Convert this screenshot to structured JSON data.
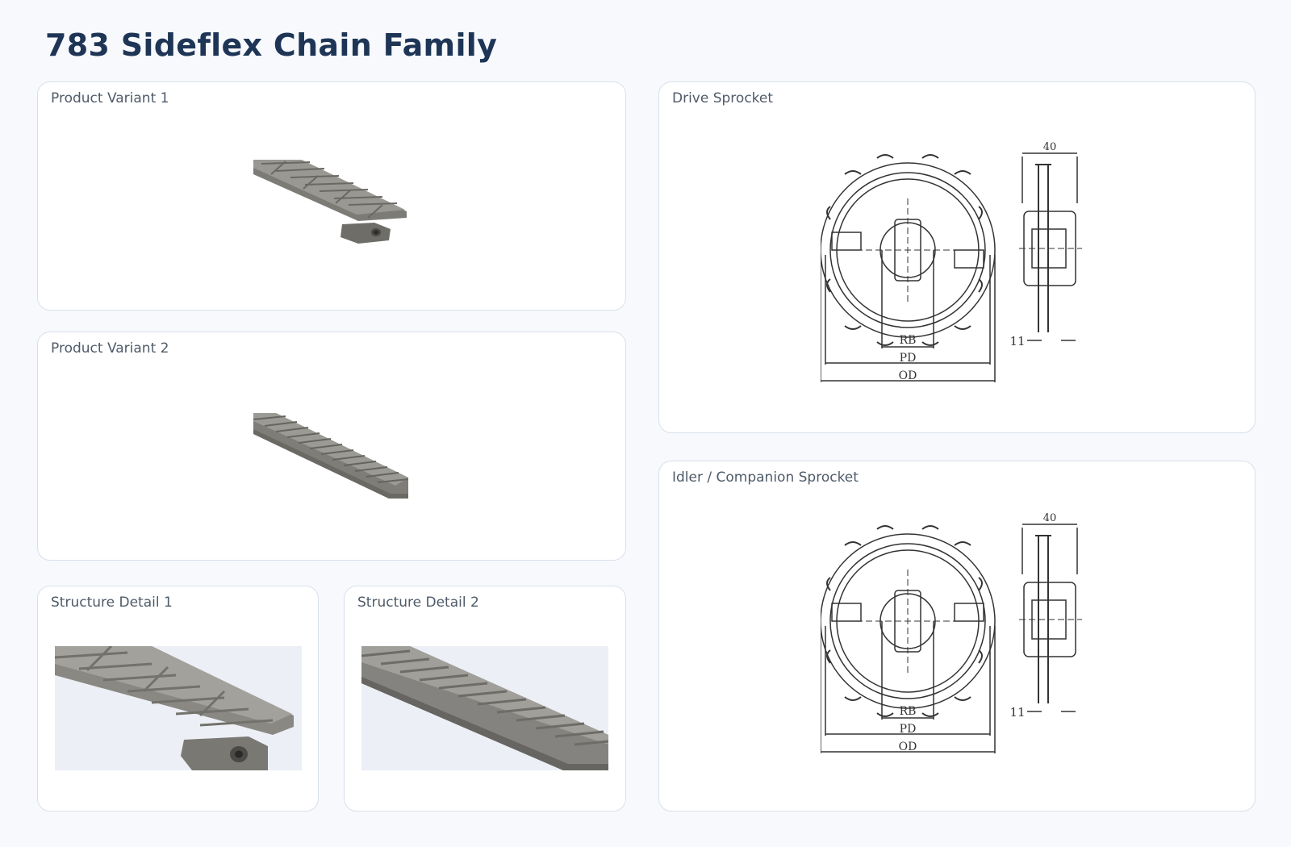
{
  "page": {
    "title": "783 Sideflex Chain Family"
  },
  "cards": {
    "variant1": {
      "label": "Product Variant 1"
    },
    "variant2": {
      "label": "Product Variant 2"
    },
    "detail1": {
      "label": "Structure Detail 1"
    },
    "detail2": {
      "label": "Structure Detail 2"
    },
    "drive": {
      "label": "Drive Sprocket",
      "dims": {
        "width": "40",
        "hub": "11",
        "rb": "RB",
        "pd": "PD",
        "od": "OD"
      }
    },
    "idler": {
      "label": "Idler / Companion Sprocket",
      "dims": {
        "width": "40",
        "hub": "11",
        "rb": "RB",
        "pd": "PD",
        "od": "OD"
      }
    }
  },
  "colors": {
    "title": "#1e3556",
    "label": "#4f5b69",
    "card_border": "#d9e0ea",
    "chain_steel": "#8a8882",
    "drawing_line": "#333333"
  }
}
